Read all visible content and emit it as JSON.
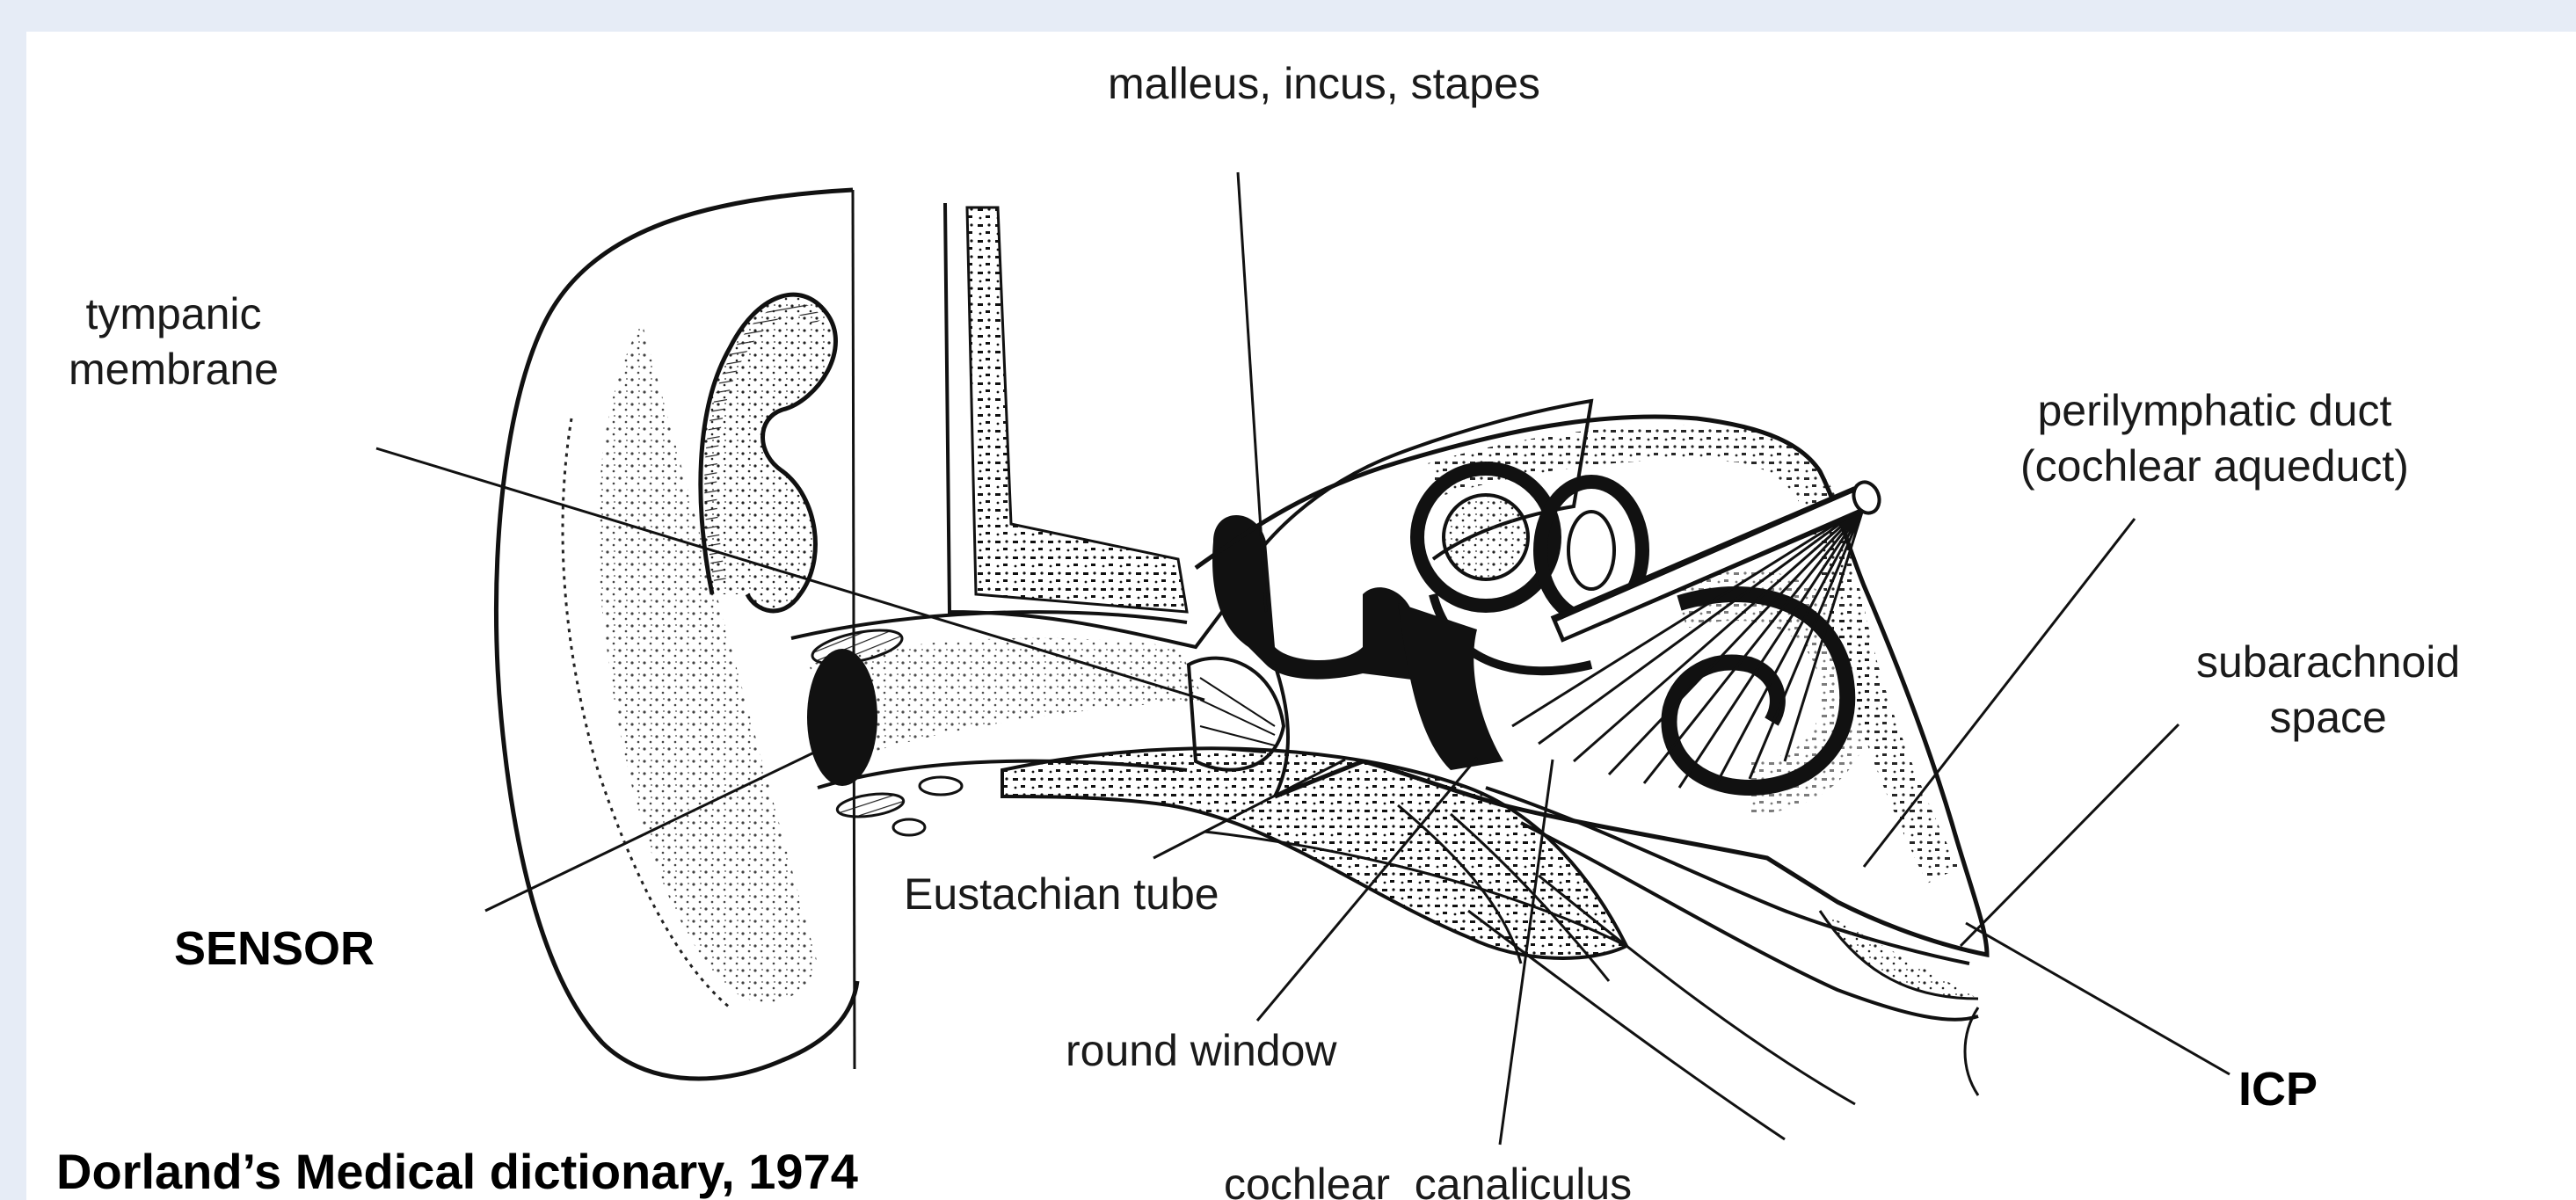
{
  "labels": {
    "malleus": "malleus, incus, stapes",
    "tympanic_1": "tympanic",
    "tympanic_2": "membrane",
    "perilymphatic_1": "perilymphatic duct",
    "perilymphatic_2": "(cochlear  aqueduct)",
    "subarachnoid_1": "subarachnoid",
    "subarachnoid_2": "space",
    "eustachian": "Eustachian tube",
    "sensor": "SENSOR",
    "round_window": "round window",
    "icp": "ICP",
    "cochlear_canaliculus": "cochlear  canaliculus"
  },
  "caption": "Dorland’s Medical dictionary, 1974",
  "colors": {
    "page_background": "#e6ecf6",
    "sheet": "#ffffff",
    "ink": "#1a1a1a",
    "sensor_fill": "#111111"
  }
}
